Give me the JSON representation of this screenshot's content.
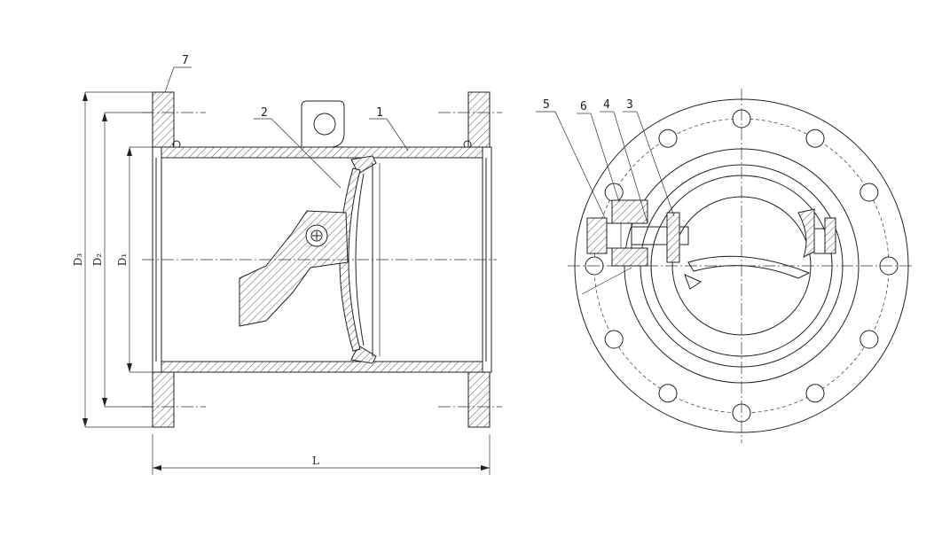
{
  "callouts": {
    "part_1": "1",
    "part_2": "2",
    "part_3": "3",
    "part_4": "4",
    "part_5": "5",
    "part_6": "6",
    "part_7": "7"
  },
  "dimensions": {
    "d3": "D₃",
    "d2": "D₂",
    "d1": "D₁",
    "length": "L"
  },
  "flange_view": {
    "bolt_hole_count": 12
  }
}
